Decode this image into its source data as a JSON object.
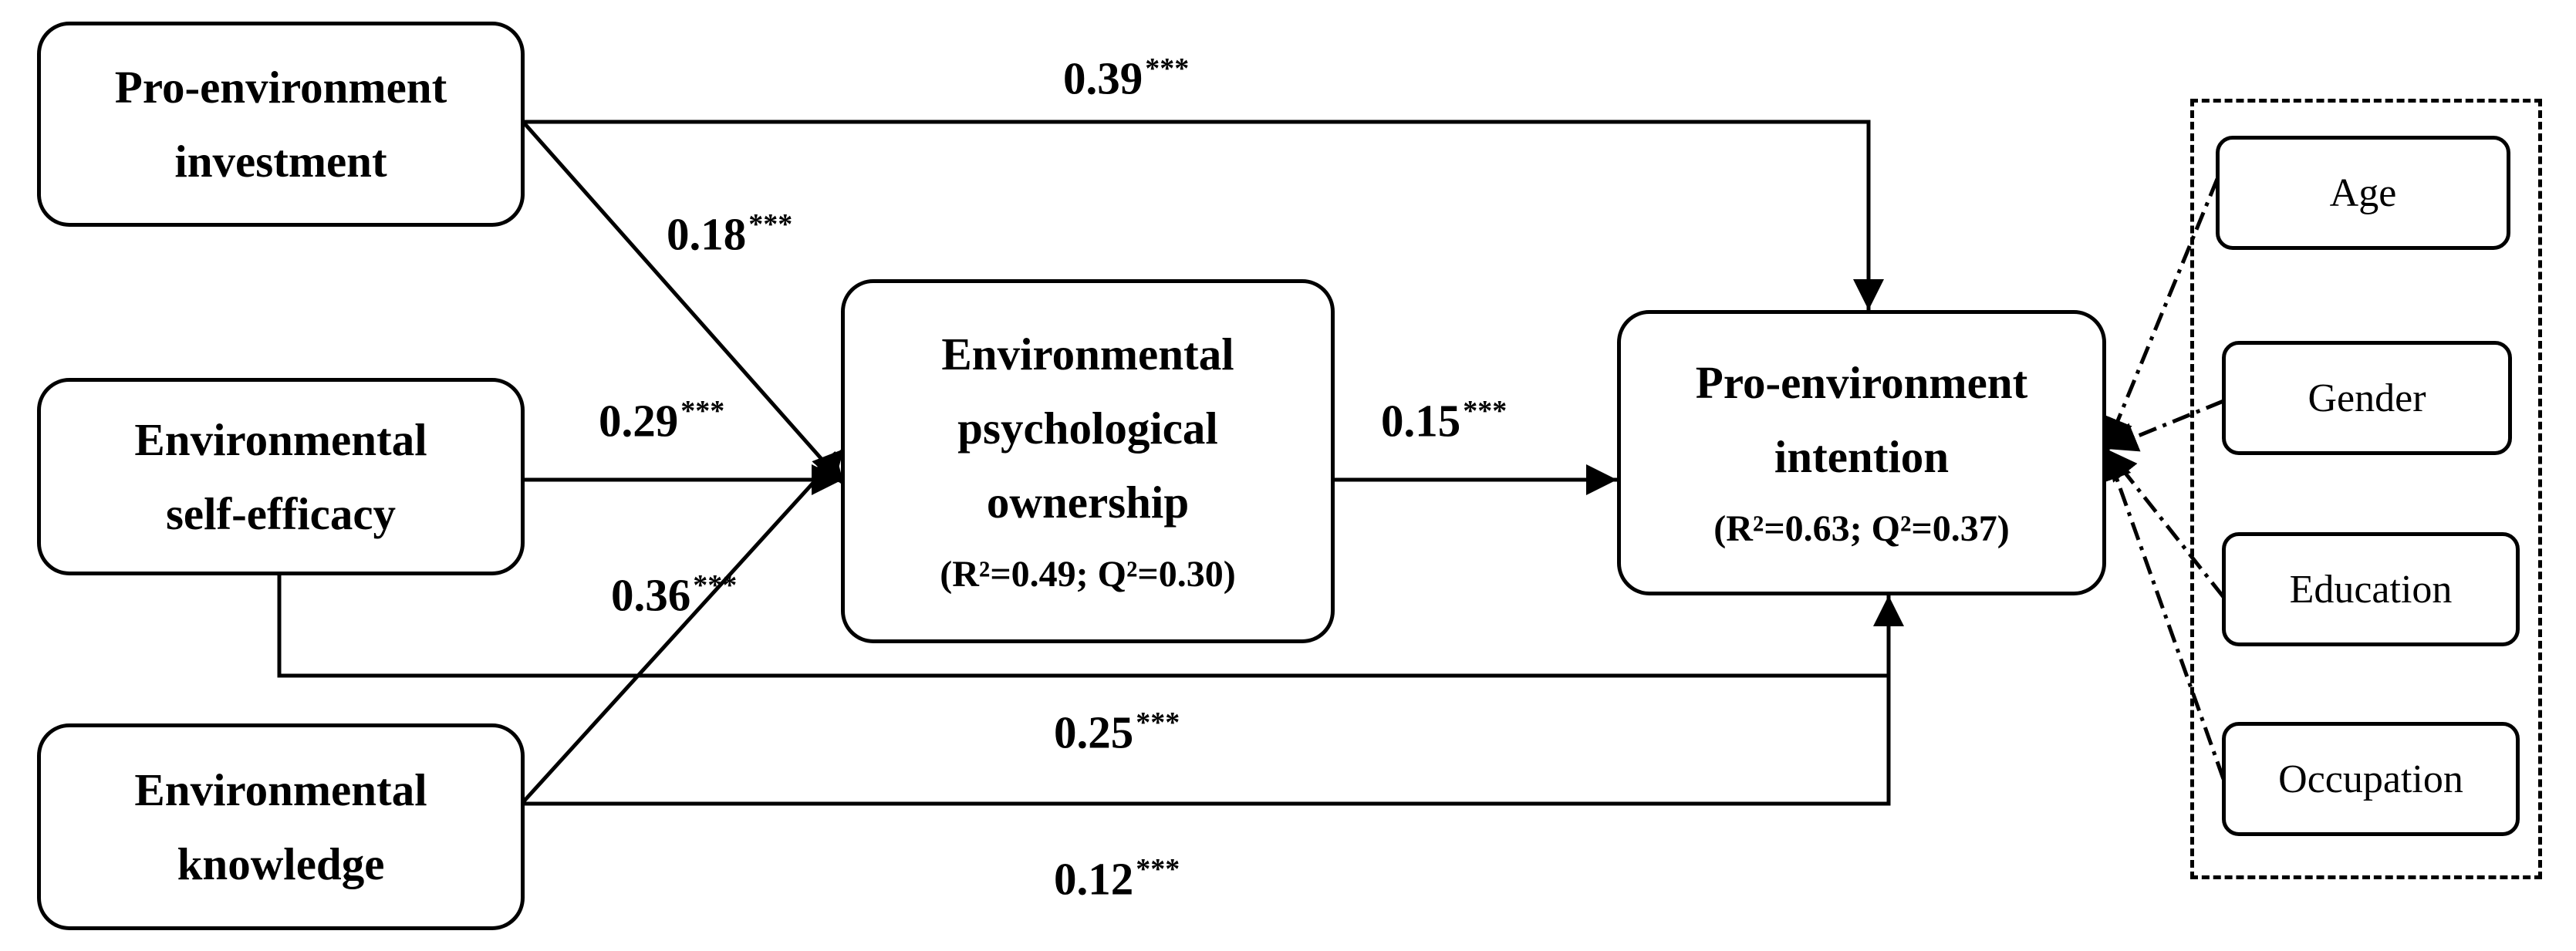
{
  "nodes": {
    "investment": {
      "lines": [
        "Pro-environment",
        "investment"
      ]
    },
    "self_efficacy": {
      "lines": [
        "Environmental",
        "self-efficacy"
      ]
    },
    "knowledge": {
      "lines": [
        "Environmental",
        "knowledge"
      ]
    },
    "ownership": {
      "lines": [
        "Environmental",
        "psychological",
        "ownership"
      ],
      "fit": "(R²=0.49; Q²=0.30)"
    },
    "intention": {
      "lines": [
        "Pro-environment",
        "intention"
      ],
      "fit": "(R²=0.63; Q²=0.37)"
    }
  },
  "controls": [
    "Age",
    "Gender",
    "Education",
    "Occupation"
  ],
  "paths": {
    "investment_intention": {
      "value": "0.39",
      "sig": "***"
    },
    "investment_ownership": {
      "value": "0.18",
      "sig": "***"
    },
    "self_efficacy_ownership": {
      "value": "0.29",
      "sig": "***"
    },
    "knowledge_ownership": {
      "value": "0.36",
      "sig": "***"
    },
    "ownership_intention": {
      "value": "0.15",
      "sig": "***"
    },
    "self_efficacy_intention": {
      "value": "0.25",
      "sig": "***"
    },
    "knowledge_intention": {
      "value": "0.12",
      "sig": "***"
    }
  }
}
